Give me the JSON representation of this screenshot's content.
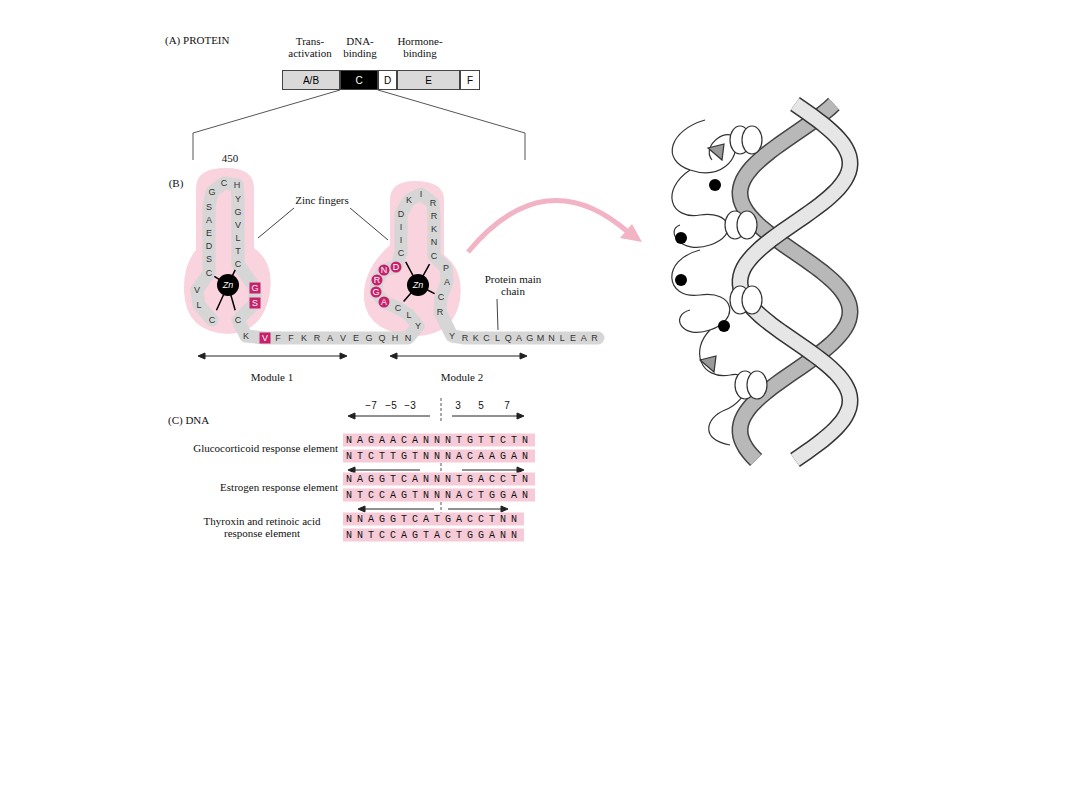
{
  "diagram": {
    "nodes": [
      {
        "text": [
          "A/B"
        ]
      },
      {
        "text": [
          "C"
        ]
      },
      {
        "text": [
          "D"
        ]
      },
      {
        "text": [
          "E"
        ]
      },
      {
        "text": [
          "F"
        ]
      }
    ],
    "labels": [
      "(A) PROTEIN",
      "Trans- activation",
      "DNA- binding",
      "Hormone- binding",
      "(B)",
      "450",
      "Zinc fingers",
      "Zn",
      "Zn",
      "Protein main chain",
      "Module 1",
      "Module 2",
      "(C) DNA",
      "−7",
      "−5",
      "−3",
      "3",
      "5",
      "7",
      "Glucocorticoid response element",
      "NAGAACANNNTGTTCTN",
      "NTCTTGTNNNACAAGAN",
      "Estrogen response element",
      "NAGGTCANNNTGACCTN",
      "NTCCAGTNNNACTGGAN",
      "Thyroxin and retinoic acid response element",
      "NNAGGTCATGACCTNN",
      "NNTCCAGTACTGGANN",
      "C",
      "L",
      "V",
      "C",
      "S",
      "D",
      "E",
      "A",
      "S",
      "G",
      "C",
      "H",
      "Y",
      "G",
      "V",
      "L",
      "T",
      "C",
      "G",
      "S",
      "C",
      "K",
      "V",
      "F",
      "F",
      "K",
      "R",
      "A",
      "V",
      "E",
      "G",
      "Q",
      "H",
      "N",
      "Y",
      "L",
      "C",
      "A",
      "G",
      "R",
      "N",
      "D",
      "C",
      "I",
      "I",
      "D",
      "K",
      "I",
      "R",
      "R",
      "K",
      "N",
      "C",
      "P",
      "A",
      "C",
      "R",
      "Y",
      "R",
      "K",
      "C",
      "L",
      "Q",
      "A",
      "G",
      "M",
      "N",
      "L",
      "E",
      "A",
      "R"
    ]
  }
}
